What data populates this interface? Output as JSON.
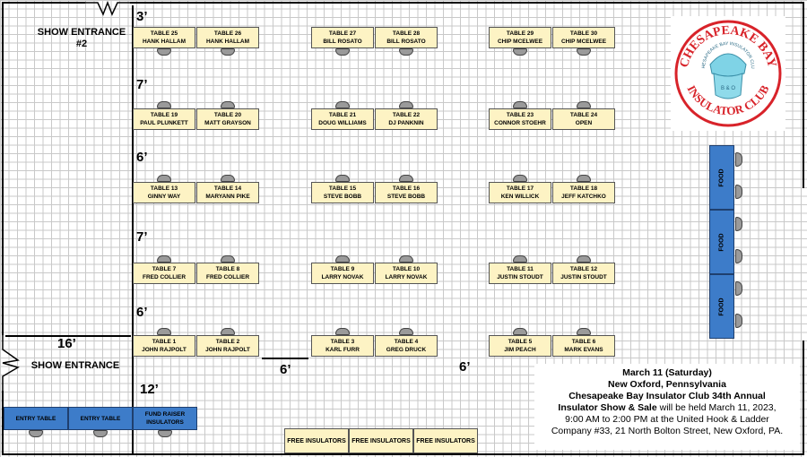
{
  "entrances": {
    "entrance2": [
      "SHOW ENTRANCE",
      "#2"
    ],
    "main": "SHOW ENTRANCE"
  },
  "dimensions": {
    "d3": "3’",
    "d7a": "7’",
    "d6a": "6’",
    "d7b": "7’",
    "d6b": "6’",
    "d16": "16’",
    "d12": "12’",
    "d6c": "6’",
    "d6d": "6’"
  },
  "tables": [
    {
      "label": "TABLE 25",
      "name": "HANK HALLAM"
    },
    {
      "label": "TABLE 26",
      "name": "HANK HALLAM"
    },
    {
      "label": "TABLE 27",
      "name": "BILL ROSATO"
    },
    {
      "label": "TABLE 28",
      "name": "BILL ROSATO"
    },
    {
      "label": "TABLE 29",
      "name": "CHIP MCELWEE"
    },
    {
      "label": "TABLE 30",
      "name": "CHIP MCELWEE"
    },
    {
      "label": "TABLE 19",
      "name": "PAUL PLUNKETT"
    },
    {
      "label": "TABLE 20",
      "name": "MATT GRAYSON"
    },
    {
      "label": "TABLE 21",
      "name": "DOUG WILLIAMS"
    },
    {
      "label": "TABLE 22",
      "name": "DJ PANKNIN"
    },
    {
      "label": "TABLE 23",
      "name": "CONNOR STOEHR"
    },
    {
      "label": "TABLE 24",
      "name": "OPEN"
    },
    {
      "label": "TABLE 13",
      "name": "GINNY WAY"
    },
    {
      "label": "TABLE 14",
      "name": "MARYANN PIKE"
    },
    {
      "label": "TABLE 15",
      "name": "STEVE BOBB"
    },
    {
      "label": "TABLE 16",
      "name": "STEVE BOBB"
    },
    {
      "label": "TABLE 17",
      "name": "KEN WILLICK"
    },
    {
      "label": "TABLE 18",
      "name": "JEFF KATCHKO"
    },
    {
      "label": "TABLE 7",
      "name": "FRED COLLIER"
    },
    {
      "label": "TABLE 8",
      "name": "FRED COLLIER"
    },
    {
      "label": "TABLE 9",
      "name": "LARRY NOVAK"
    },
    {
      "label": "TABLE 10",
      "name": "LARRY NOVAK"
    },
    {
      "label": "TABLE 11",
      "name": "JUSTIN STOUDT"
    },
    {
      "label": "TABLE 12",
      "name": "JUSTIN STOUDT"
    },
    {
      "label": "TABLE 1",
      "name": "JOHN RAJPOLT"
    },
    {
      "label": "TABLE 2",
      "name": "JOHN RAJPOLT"
    },
    {
      "label": "TABLE 3",
      "name": "KARL FURR"
    },
    {
      "label": "TABLE 4",
      "name": "GREG DRUCK"
    },
    {
      "label": "TABLE 5",
      "name": "JIM PEACH"
    },
    {
      "label": "TABLE 6",
      "name": "MARK EVANS"
    }
  ],
  "entry_tables": [
    "ENTRY TABLE",
    "ENTRY TABLE",
    "FUND RAISER INSULATORS"
  ],
  "food_tables": [
    "FOOD",
    "FOOD",
    "FOOD"
  ],
  "free_tables": [
    "FREE INSULATORS",
    "FREE INSULATORS",
    "FREE INSULATORS"
  ],
  "logo": {
    "arc_text": "CHESAPEAKE BAY",
    "bottom_text": "INSULATOR CLUB",
    "inner_text": "CHESAPEAKE BAY INSULATOR CLUB",
    "emblem_text": "B & O",
    "color_red": "#d8232a",
    "color_blue": "#7fd3e6"
  },
  "info": {
    "date": "March 11 (Saturday)",
    "place": "New Oxford, Pennsylvania",
    "title_line1": "Chesapeake Bay Insulator Club 34th Annual",
    "title_bold": "Insulator Show & Sale",
    "title_rest": " will be held March 11, 2023,",
    "line_time": "9:00 AM to 2:00 PM at the United Hook & Ladder",
    "line_address": "Company #33, 21 North Bolton Street, New Oxford, PA."
  }
}
